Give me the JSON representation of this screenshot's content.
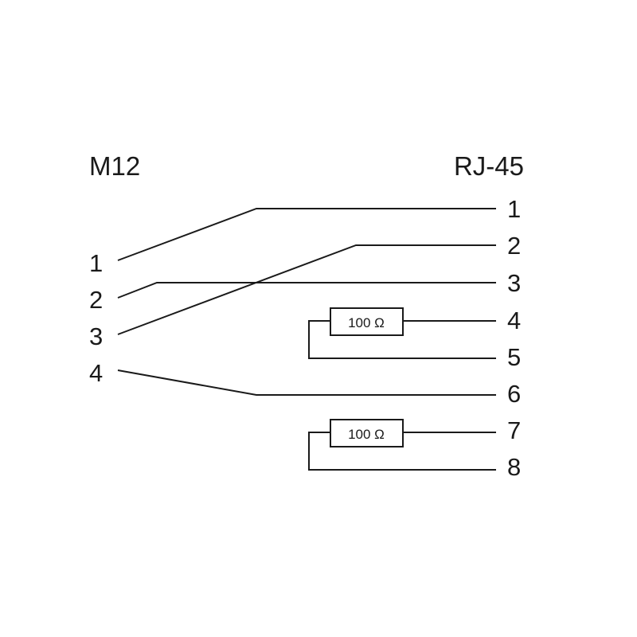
{
  "headers": {
    "left": "M12",
    "right": "RJ-45"
  },
  "m12_pins": [
    "1",
    "2",
    "3",
    "4"
  ],
  "rj45_pins": [
    "1",
    "2",
    "3",
    "4",
    "5",
    "6",
    "7",
    "8"
  ],
  "resistors": [
    {
      "label": "100 Ω",
      "between": [
        "4",
        "5"
      ]
    },
    {
      "label": "100 Ω",
      "between": [
        "7",
        "8"
      ]
    }
  ],
  "connections": [
    {
      "m12": "1",
      "rj45": "1"
    },
    {
      "m12": "2",
      "rj45": "3"
    },
    {
      "m12": "3",
      "rj45": "2"
    },
    {
      "m12": "4",
      "rj45": "6"
    }
  ],
  "colors": {
    "ink": "#1a1a1a",
    "background": "#ffffff"
  }
}
